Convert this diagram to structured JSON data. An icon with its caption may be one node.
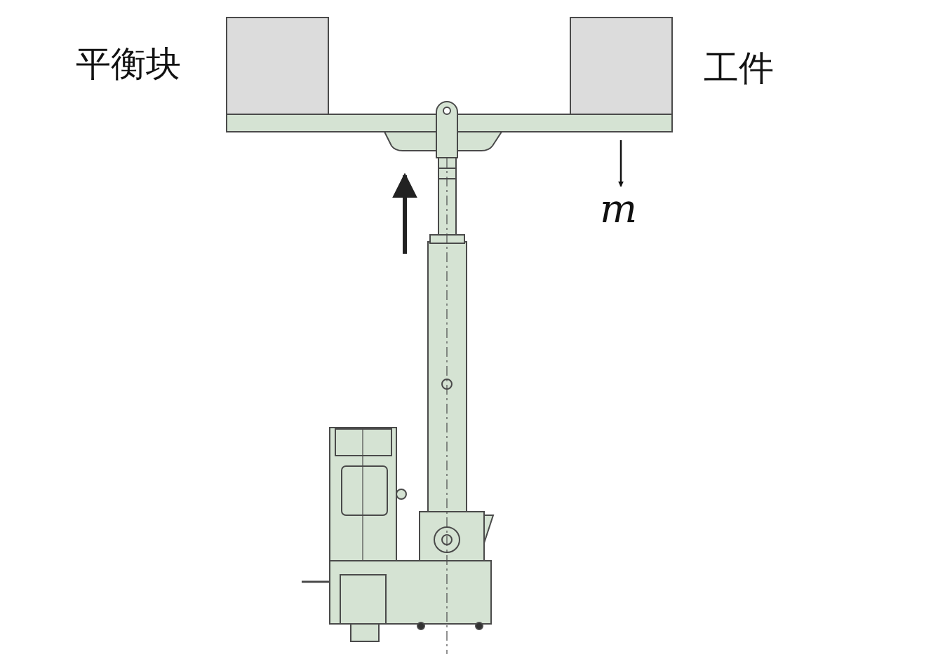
{
  "diagram": {
    "labels": [
      "平衡块",
      "工件",
      "m"
    ]
  }
}
